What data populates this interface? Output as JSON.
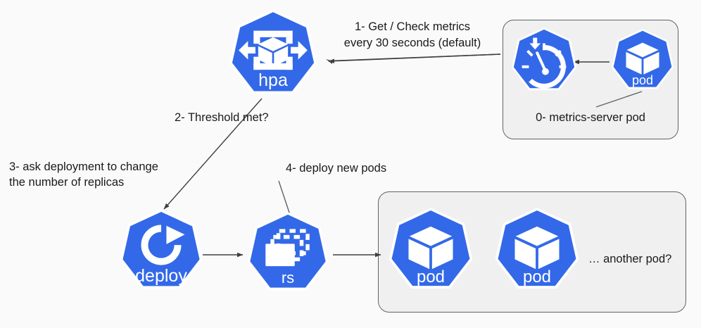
{
  "diagram": {
    "title": "Kubernetes Horizontal Pod Autoscaler flow",
    "background_color": "#fafafa",
    "accent_color": "#3369e8",
    "group_fill": "#f0f0f0",
    "group_border": "#5f6368",
    "edge_color": "#3c4043",
    "text_color": "#1a1a1a"
  },
  "nodes": {
    "hpa": {
      "label": "hpa",
      "icon": "hpa-scale-cube-icon"
    },
    "metrics_server": {
      "label": "",
      "icon": "metrics-gauge-icon"
    },
    "metrics_pod": {
      "label": "pod",
      "icon": "pod-cube-icon"
    },
    "deploy": {
      "label": "deploy",
      "icon": "deployment-refresh-icon"
    },
    "rs": {
      "label": "rs",
      "icon": "replicaset-stack-icon"
    },
    "pod_one": {
      "label": "pod",
      "icon": "pod-cube-icon"
    },
    "pod_two": {
      "label": "pod",
      "icon": "pod-cube-icon"
    }
  },
  "groups": {
    "metrics_server_group": {
      "caption": "0- metrics-server pod"
    },
    "pods_group": {
      "caption": "… another pod?"
    }
  },
  "edge_labels": {
    "step1_line1": "1- Get / Check metrics",
    "step1_line2": "every 30 seconds (default)",
    "step2": "2- Threshold met?",
    "step3_line1": "3- ask deployment to change",
    "step3_line2": "the number of replicas",
    "step4": "4- deploy new pods"
  }
}
